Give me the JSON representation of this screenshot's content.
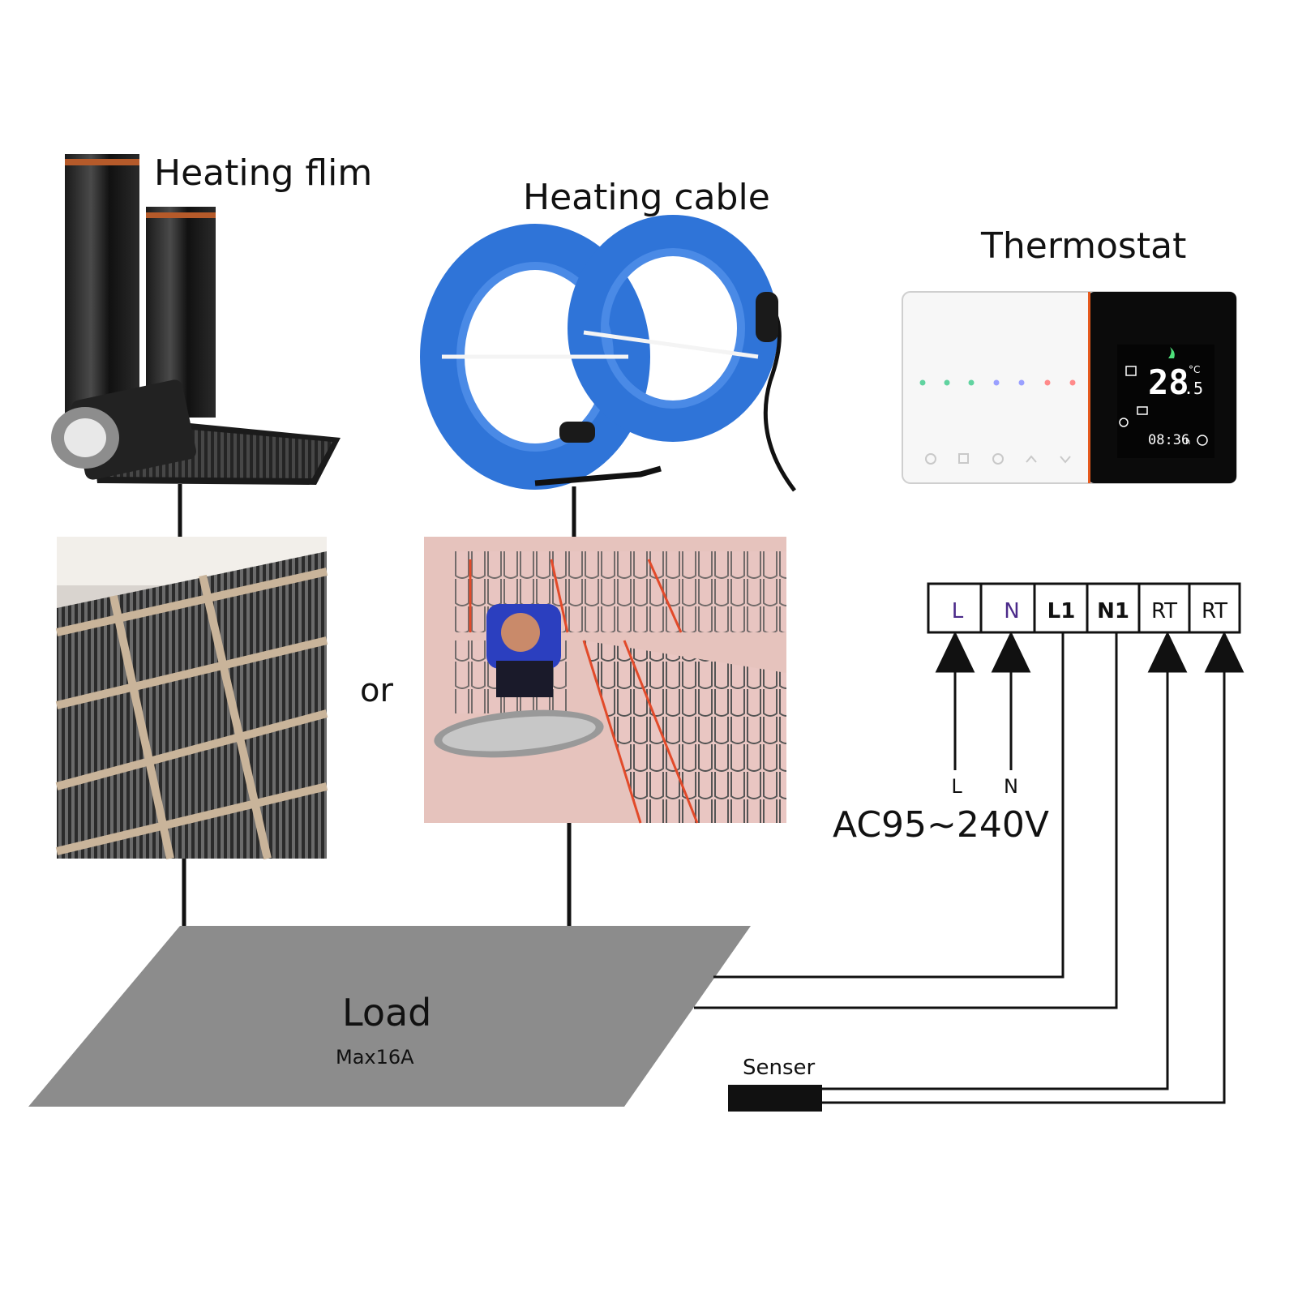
{
  "labels": {
    "heating_film": "Heating flim",
    "heating_cable": "Heating cable",
    "thermostat": "Thermostat",
    "or": "or",
    "load": "Load",
    "load_max": "Max16A",
    "voltage": "AC95~240V",
    "sensor": "Senser",
    "input_l": "L",
    "input_n": "N"
  },
  "terminals": [
    "L",
    "N",
    "L1",
    "N1",
    "RT",
    "RT"
  ],
  "thermostat_display": {
    "temperature": "28",
    "temperature_decimal": ".5",
    "unit": "°C",
    "time": "08:36",
    "time_suffix": "h"
  },
  "colors": {
    "terminal_ln": "#4b2a8a",
    "load_fill": "#8c8c8c",
    "cable_blue": "#2f74d8",
    "thermostat_accent": "#e65a1e"
  }
}
